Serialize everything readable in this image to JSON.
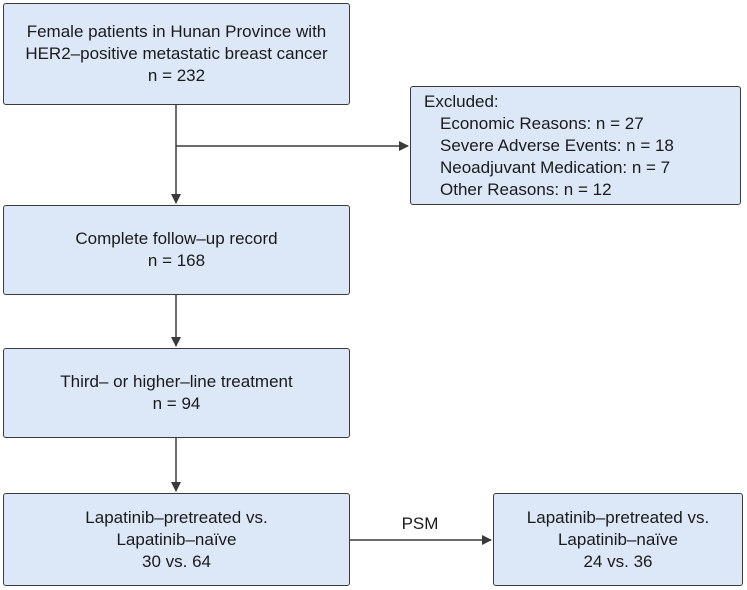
{
  "boxes": {
    "enroll": {
      "line1": "Female patients in Hunan Province with",
      "line2": "HER2–positive metastatic breast cancer",
      "line3": "n = 232"
    },
    "excluded": {
      "title": "Excluded:",
      "items": [
        "Economic Reasons: n = 27",
        "Severe Adverse Events: n = 18",
        "Neoadjuvant Medication: n = 7",
        "Other Reasons: n = 12"
      ]
    },
    "followup": {
      "line1": "Complete follow–up record",
      "line2": "n = 168"
    },
    "thirdline": {
      "line1": "Third– or higher–line treatment",
      "line2": "n = 94"
    },
    "compare": {
      "line1": "Lapatinib–pretreated vs.",
      "line2": "Lapatinib–naïve",
      "line3": "30 vs. 64"
    },
    "matched": {
      "line1": "Lapatinib–pretreated vs.",
      "line2": "Lapatinib–naïve",
      "line3": "24 vs. 36"
    }
  },
  "psm_label": "PSM",
  "colors": {
    "box_fill": "#dce8f8",
    "border": "#3a3a3a"
  }
}
